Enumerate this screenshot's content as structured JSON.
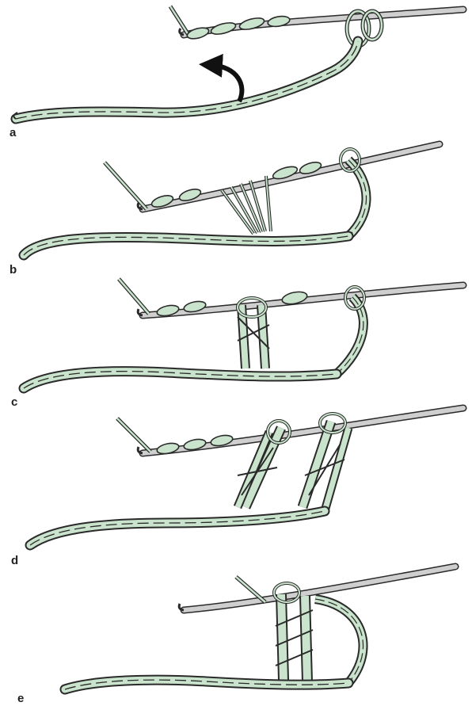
{
  "colors": {
    "yarn_fill": "#c9e3cc",
    "yarn_outline": "#2a2a2a",
    "hook_fill": "#cfcfcf",
    "arrow": "#111111",
    "background": "#ffffff"
  },
  "panels": [
    {
      "label": "a",
      "icon": "arrow-icon"
    },
    {
      "label": "b"
    },
    {
      "label": "c"
    },
    {
      "label": "d"
    },
    {
      "label": "e"
    }
  ]
}
